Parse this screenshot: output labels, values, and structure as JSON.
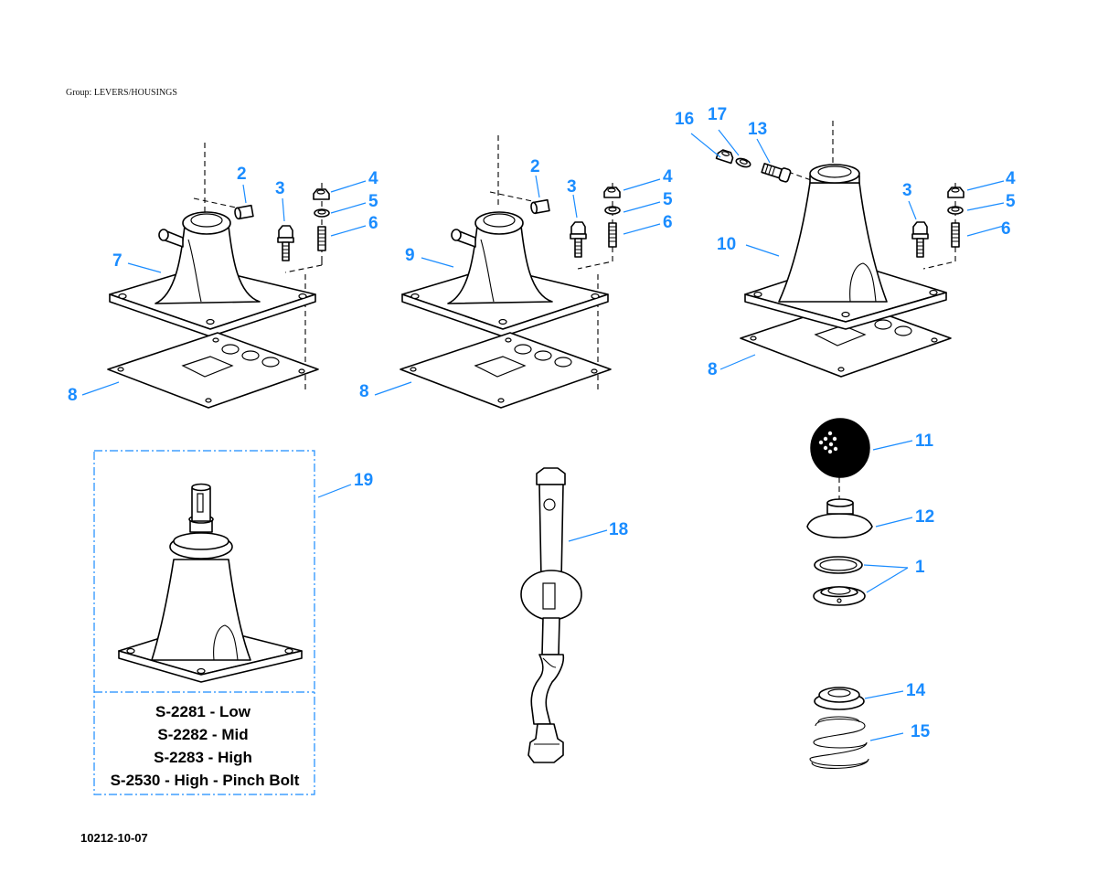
{
  "header": {
    "group_label": "Group: LEVERS/HOUSINGS"
  },
  "footer": {
    "doc_number": "10212-10-07"
  },
  "colors": {
    "callout": "#1a8cff",
    "line": "#000000"
  },
  "callouts": {
    "a2": "2",
    "a3": "3",
    "a4": "4",
    "a5": "5",
    "a6": "6",
    "a7": "7",
    "a8": "8",
    "b2": "2",
    "b3": "3",
    "b4": "4",
    "b5": "5",
    "b6": "6",
    "b9": "9",
    "b8": "8",
    "c16": "16",
    "c17": "17",
    "c13": "13",
    "c3": "3",
    "c4": "4",
    "c5": "5",
    "c6": "6",
    "c10": "10",
    "c8": "8",
    "d11": "11",
    "d12": "12",
    "d1": "1",
    "d14": "14",
    "d15": "15",
    "e18": "18",
    "f19": "19"
  },
  "variants": [
    "S-2281 - Low",
    "S-2282 - Mid",
    "S-2283 - High",
    "S-2530 - High - Pinch Bolt"
  ]
}
